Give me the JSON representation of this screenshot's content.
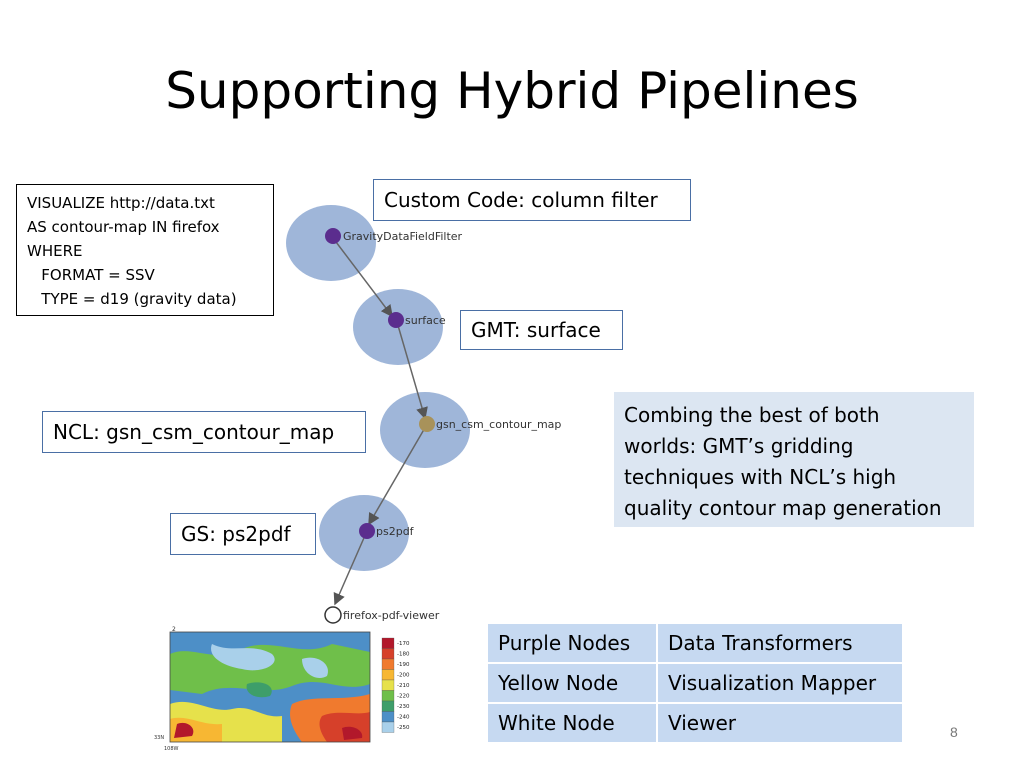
{
  "slide": {
    "title": "Supporting Hybrid Pipelines",
    "page_number": "8"
  },
  "query_box": {
    "lines": [
      "VISUALIZE http://data.txt",
      "AS contour-map IN firefox",
      "WHERE",
      "   FORMAT = SSV",
      "   TYPE = d19 (gravity data)"
    ]
  },
  "labels": {
    "custom_code": "Custom Code: column filter",
    "gmt": "GMT: surface",
    "ncl": "NCL: gsn_csm_contour_map",
    "gs": "GS: ps2pdf"
  },
  "pipeline": {
    "nodes": [
      {
        "name": "GravityDataFieldFilter",
        "type": "purple"
      },
      {
        "name": "surface",
        "type": "purple"
      },
      {
        "name": "gsn_csm_contour_map",
        "type": "yellow"
      },
      {
        "name": "ps2pdf",
        "type": "purple"
      },
      {
        "name": "firefox-pdf-viewer",
        "type": "white"
      }
    ],
    "colors": {
      "purple": "#5b2d8e",
      "yellow": "#a8925a",
      "white": "#ffffff",
      "halo": "#9fb6d9"
    }
  },
  "callout": {
    "text_lines": [
      "Combing the best of both",
      "worlds: GMT’s gridding",
      "techniques with NCL’s high",
      "quality contour map generation"
    ]
  },
  "legend": {
    "rows": [
      {
        "key": "Purple Nodes",
        "value": "Data Transformers"
      },
      {
        "key": "Yellow Node",
        "value": "Visualization Mapper"
      },
      {
        "key": "White Node",
        "value": "Viewer"
      }
    ]
  },
  "heatmap": {
    "scale_values": [
      "-170",
      "-180",
      "-190",
      "-200",
      "-210",
      "-220",
      "-230",
      "-240",
      "-250"
    ],
    "scale_colors": [
      "#b2182b",
      "#d6402a",
      "#f07a2e",
      "#f7b733",
      "#e6e14b",
      "#6fbf4a",
      "#3e9e6a",
      "#4d8fc7",
      "#a9d0ea"
    ],
    "axis_labels": {
      "y_top": "2",
      "y_bottom": "33N",
      "x_left": "108W"
    }
  }
}
